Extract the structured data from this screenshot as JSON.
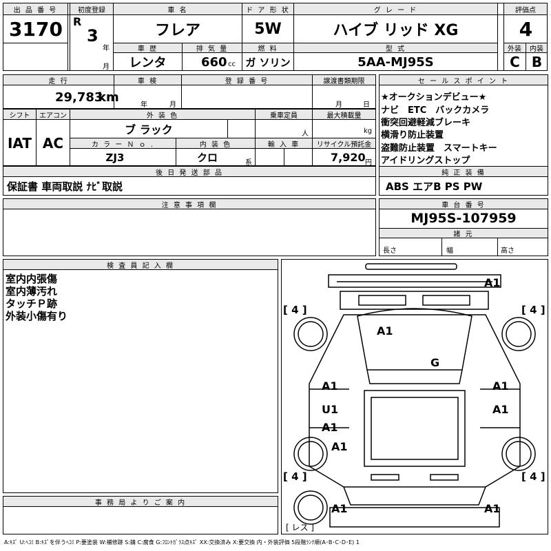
{
  "headers": {
    "lot_no": "出 品 番 号",
    "first_reg": "初度登録",
    "car_name": "車 名",
    "doors": "ド ア 形 状",
    "grade": "グ レ ー ド",
    "score": "評価点",
    "history": "車 歴",
    "displacement": "排 気 量",
    "fuel": "燃 料",
    "model_code": "型 式",
    "ext": "外装",
    "int": "内装",
    "mileage": "走 行",
    "inspection": "車 検",
    "registration": "登 録 番 号",
    "transfer_deadline": "譲渡書類期限",
    "shift": "シフト",
    "aircon": "エアコン",
    "ext_color": "外 装 色",
    "capacity": "乗車定員",
    "max_load": "最大積載量",
    "color_no": "カ ラ ー Ｎ ｏ .",
    "int_color": "内 装 色",
    "import": "輸 入 車",
    "recycle": "リサイクル預託金",
    "later_parts": "後 日 発 送 部 品",
    "sales_points": "セ ー ル ス ポ イ ン ト",
    "genuine_equipment": "純 正 装 備",
    "notes": "注 意 事 項 欄",
    "chassis_no": "車 台 番 号",
    "dimensions": "諸 元",
    "inspector": "検 査 員 記 入 欄",
    "office": "事 務 局 よ り ご 案 内"
  },
  "vehicle": {
    "lot_no": "3170",
    "era": "R",
    "year": "3",
    "year_unit": "年",
    "month_unit": "月",
    "name": "フレア",
    "doors": "5W",
    "grade": "ハイブ リッド XG",
    "score": "4",
    "history": "レンタ",
    "displacement": "660",
    "displacement_unit": "cc",
    "fuel": "ガ ソリン",
    "model_code": "5AA-MJ95S",
    "ext_grade": "C",
    "int_grade": "B",
    "mileage": "29,783",
    "mileage_unit": "km",
    "insp_year_unit": "年",
    "insp_month_unit": "月",
    "transfer_month_unit": "月",
    "transfer_day_unit": "日",
    "shift": "IAT",
    "aircon": "AC",
    "ext_color": "ブ ラック",
    "capacity_unit": "人",
    "max_load_unit": "kg",
    "color_no": "ZJ3",
    "int_color": "クロ",
    "int_color_unit": "系",
    "recycle_fee": "7,920",
    "recycle_unit": "円",
    "chassis_no": "MJ95S-107959",
    "dim_length": "長さ",
    "dim_width": "幅",
    "dim_height": "高さ"
  },
  "later_parts": "保証書 車両取説 ﾅﾋﾞ取説",
  "sales_points": [
    "★オークションデビュー★",
    "ナビ　ETC　バックカメラ",
    "衝突回避軽減ブレーキ",
    "横滑り防止装置",
    "盗難防止装置　スマートキー",
    "アイドリングストップ"
  ],
  "genuine_equipment": "ABS エアB PS PW",
  "inspector_notes": [
    "室内内張傷",
    "室内薄汚れ",
    "タッチＰ跡",
    "外装小傷有り"
  ],
  "diagram": {
    "damage_marks": [
      {
        "id": "front-right-top",
        "label": "A1"
      },
      {
        "id": "roof",
        "label": "A1"
      },
      {
        "id": "glass",
        "label": "G"
      },
      {
        "id": "left-front-door",
        "label": "A1"
      },
      {
        "id": "right-front-door",
        "label": "A1"
      },
      {
        "id": "left-rear-door-u",
        "label": "U1"
      },
      {
        "id": "left-rear-door-a",
        "label": "A1"
      },
      {
        "id": "right-rear-door",
        "label": "A1"
      },
      {
        "id": "left-rear-fender",
        "label": "A1"
      },
      {
        "id": "rear-left-bottom",
        "label": "A1"
      },
      {
        "id": "rear-right-bottom",
        "label": "A1"
      }
    ],
    "tire_marks": [
      {
        "id": "tire-fl",
        "label": "[ 4 ]"
      },
      {
        "id": "tire-fr",
        "label": "[ 4 ]"
      },
      {
        "id": "tire-rl",
        "label": "[ 4 ]"
      },
      {
        "id": "tire-rr",
        "label": "[ 4 ]"
      }
    ],
    "spare_label": "[ レス ]"
  },
  "legend": "A:ｷｽﾞ U:ﾍｺﾐ B:ｷｽﾞを伴うﾍｺﾐ P:要塗装 W:補修跡 S:錆 C:腐食 G:ﾌﾛﾝﾄｶﾞﾗｽ点ｷｽﾞ XX:交換済み X:要交換 内・外装評価 5段階ﾗﾝｸ順(A･B･C･D･E) 1"
}
